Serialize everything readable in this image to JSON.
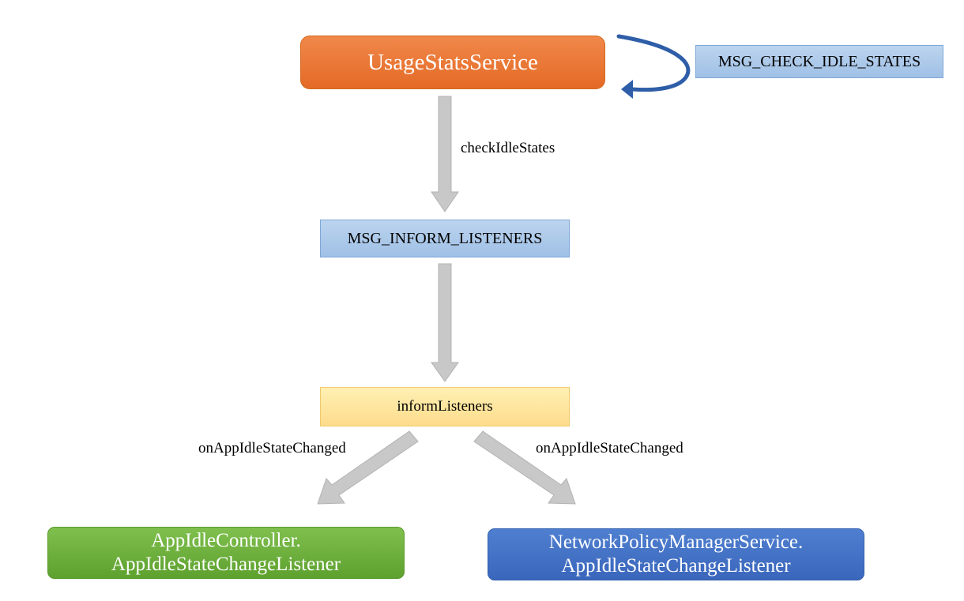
{
  "nodes": {
    "usage_stats_service": "UsageStatsService",
    "msg_check_idle_states": "MSG_CHECK_IDLE_STATES",
    "msg_inform_listeners": "MSG_INFORM_LISTENERS",
    "inform_listeners": "informListeners",
    "app_idle_controller": {
      "line1": "AppIdleController.",
      "line2": "AppIdleStateChangeListener"
    },
    "network_policy_manager": {
      "line1": "NetworkPolicyManagerService.",
      "line2": "AppIdleStateChangeListener"
    }
  },
  "edges": {
    "check_idle_states": "checkIdleStates",
    "on_app_idle_left": "onAppIdleStateChanged",
    "on_app_idle_right": "onAppIdleStateChanged"
  },
  "colors": {
    "orange": "#e97732",
    "light_blue": "#a9c7ea",
    "yellow": "#fee5a0",
    "green": "#6ab03c",
    "dark_blue": "#4472c4",
    "arrow_gray": "#c8c8c8",
    "loop_arrow": "#2f5ea8"
  }
}
